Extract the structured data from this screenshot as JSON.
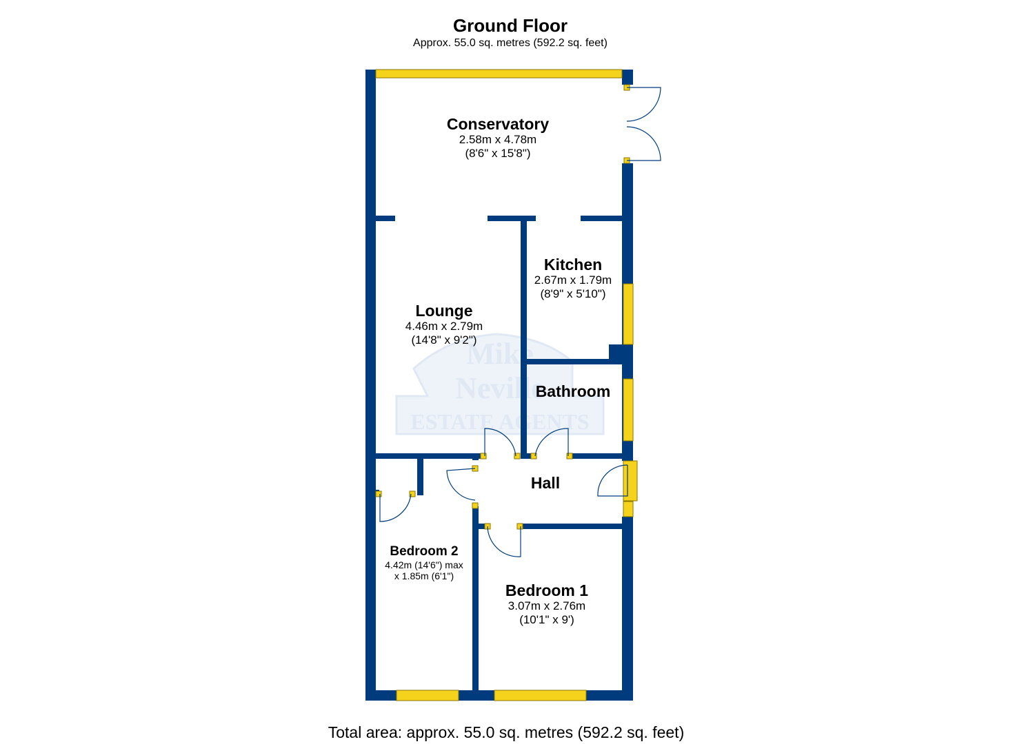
{
  "header": {
    "title": "Ground Floor",
    "subtitle": "Approx. 55.0 sq. metres (592.2 sq. feet)"
  },
  "rooms": {
    "conservatory": {
      "name": "Conservatory",
      "dim_m": "2.58m x 4.78m",
      "dim_ft": "(8'6\" x 15'8\")"
    },
    "kitchen": {
      "name": "Kitchen",
      "dim_m": "2.67m x 1.79m",
      "dim_ft": "(8'9\" x 5'10\")"
    },
    "lounge": {
      "name": "Lounge",
      "dim_m": "4.46m x 2.79m",
      "dim_ft": "(14'8\" x 9'2\")"
    },
    "bathroom": {
      "name": "Bathroom"
    },
    "hall": {
      "name": "Hall"
    },
    "bedroom2": {
      "name": "Bedroom 2",
      "dim_1": "4.42m (14'6\") max",
      "dim_2": "x 1.85m (6'1\")"
    },
    "bedroom1": {
      "name": "Bedroom 1",
      "dim_m": "3.07m x 2.76m",
      "dim_ft": "(10'1\" x 9')"
    }
  },
  "watermark": {
    "line1": "Mike",
    "line2": "Neville",
    "line3": "ESTATE AGENTS"
  },
  "footer": {
    "total": "Total area: approx. 55.0 sq. metres (592.2 sq. feet)"
  },
  "colors": {
    "wall": "#003c7d",
    "window": "#f5d31c",
    "window_edge": "#8a7500",
    "watermark": "#dfe8f3"
  }
}
